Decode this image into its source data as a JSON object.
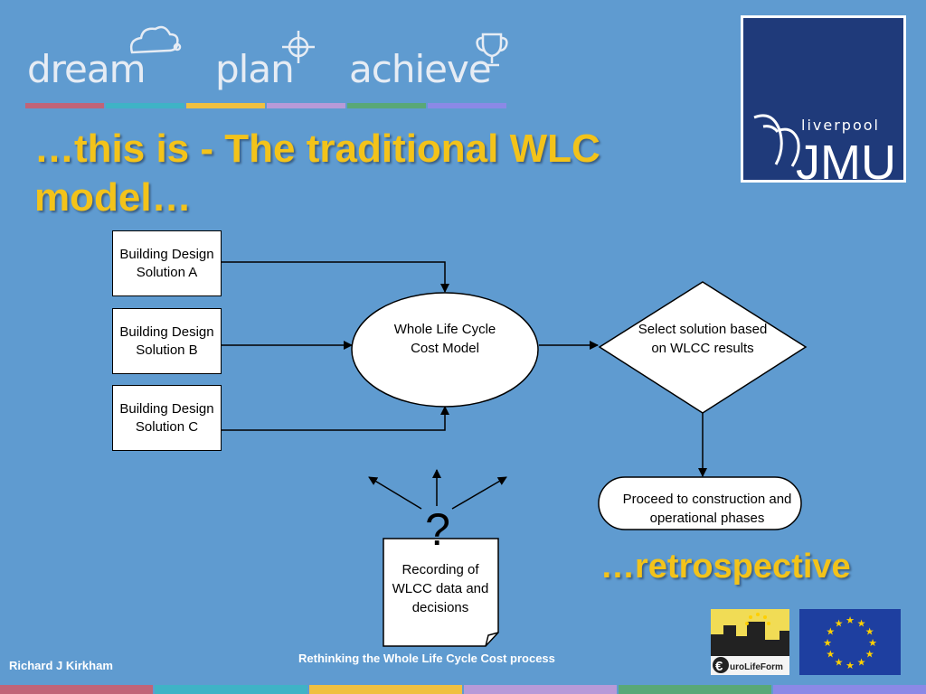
{
  "header": {
    "words": [
      "dream",
      "plan",
      "achieve"
    ],
    "rule_colors": [
      "#c06478",
      "#3fb3c6",
      "#f0c040",
      "#b79ad8",
      "#59a877",
      "#8b89e6"
    ]
  },
  "logos": {
    "jmu_small": "liverpool",
    "jmu_large": "JMU",
    "elf_text": "uroLifeForm",
    "elf_euro": "€"
  },
  "slide": {
    "title": "…this is - The traditional WLC model…",
    "retrospective": "…retrospective"
  },
  "diagram": {
    "solution_a": "Building Design Solution A",
    "solution_b": "Building Design Solution B",
    "solution_c": "Building Design Solution C",
    "model": "Whole Life Cycle Cost Model",
    "decision": "Select solution based on WLCC results",
    "proceed": "Proceed to construction and operational phases",
    "question": "?",
    "recording": "Recording of WLCC data and decisions"
  },
  "footer": {
    "author": "Richard J Kirkham",
    "subtitle": "Rethinking the Whole Life Cycle Cost process"
  },
  "bottom_bar_colors": [
    "#c06478",
    "#3fb3c6",
    "#f0c040",
    "#b79ad8",
    "#59a877",
    "#8b89e6"
  ]
}
